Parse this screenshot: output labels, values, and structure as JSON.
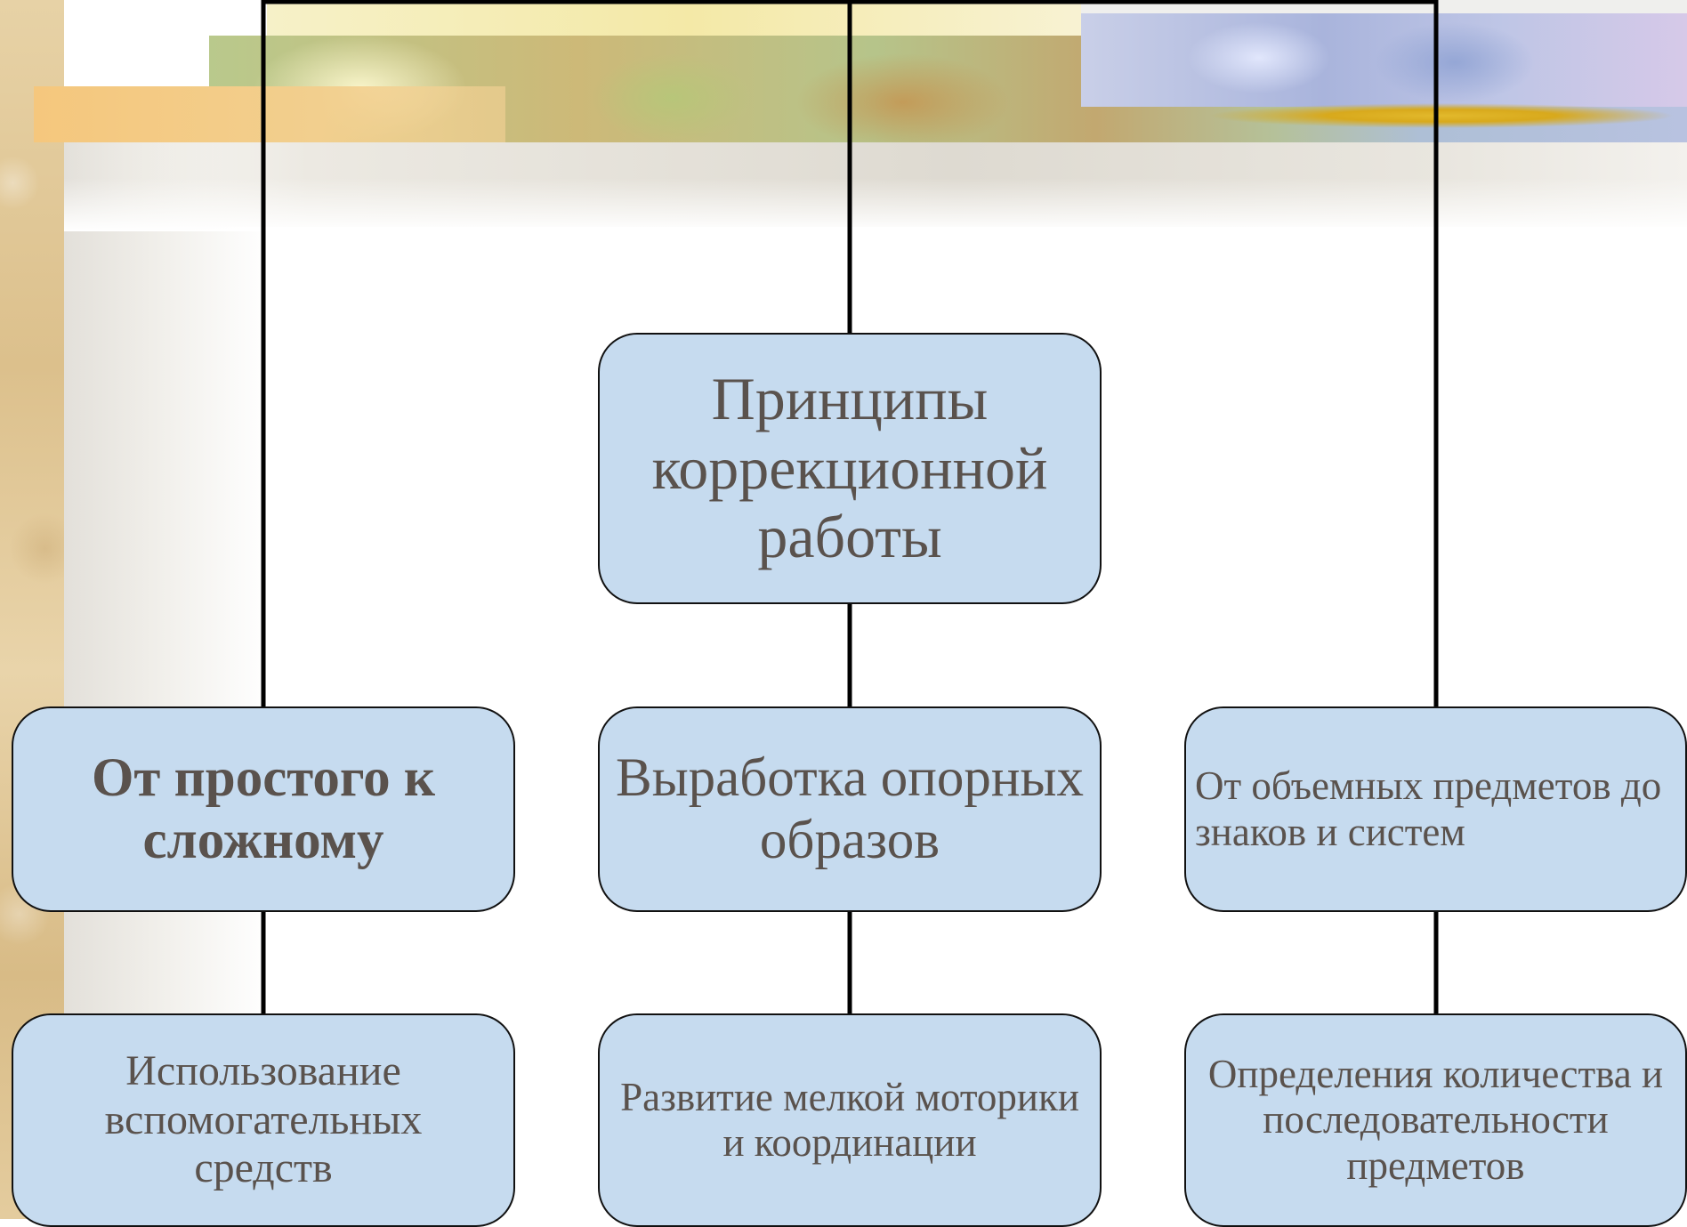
{
  "diagram": {
    "root": {
      "label": "Принципы коррекционной работы"
    },
    "principles": [
      {
        "label": "От простого к сложному",
        "emphasis": "bold"
      },
      {
        "label": "Выработка опорных образов"
      },
      {
        "label": "От объемных предметов до знаков и систем"
      }
    ],
    "details": [
      {
        "label": "Использование вспомогательных средств"
      },
      {
        "label": "Развитие мелкой моторики и координации"
      },
      {
        "label": "Определения количества и последовательности предметов"
      }
    ]
  },
  "colors": {
    "box_fill": "#c6dbef",
    "box_border": "#111111",
    "text": "#5a524d",
    "connector": "#000000"
  }
}
